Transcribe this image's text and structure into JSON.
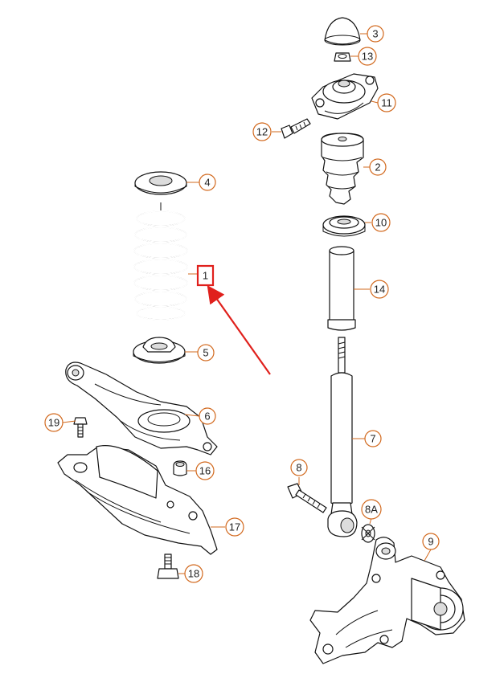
{
  "colors": {
    "callout": "#d2691e",
    "highlight": "#e0201c",
    "line": "#111111"
  },
  "callouts": {
    "p1": "1",
    "p2": "2",
    "p3": "3",
    "p4": "4",
    "p5": "5",
    "p6": "6",
    "p7": "7",
    "p8": "8",
    "p8a": "8A",
    "p9": "9",
    "p10": "10",
    "p11": "11",
    "p12": "12",
    "p13": "13",
    "p14": "14",
    "p16": "16",
    "p17": "17",
    "p18": "18",
    "p19": "19"
  },
  "highlight": {
    "target": "1"
  }
}
